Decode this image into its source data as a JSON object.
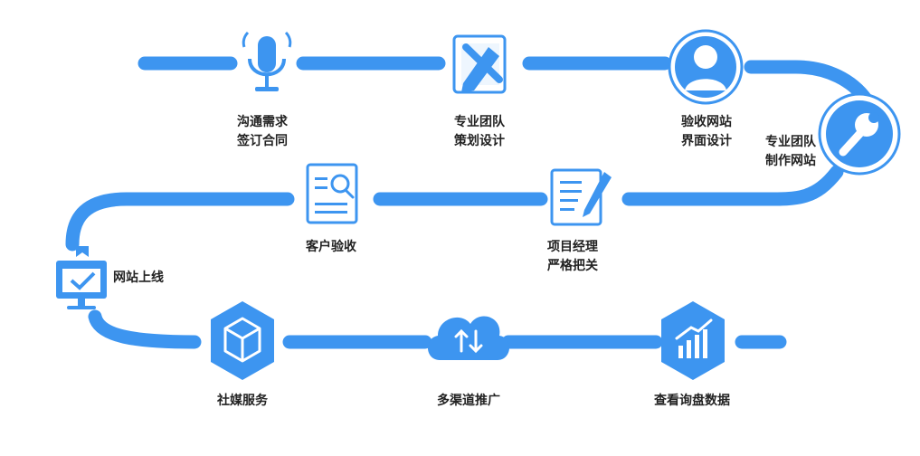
{
  "colors": {
    "primary": "#3d95f0",
    "text": "#222222",
    "background": "#ffffff"
  },
  "steps": [
    {
      "icon": "microphone-icon",
      "lines": [
        "沟通需求",
        "签订合同"
      ]
    },
    {
      "icon": "pencil-ruler-icon",
      "lines": [
        "专业团队",
        "策划设计"
      ]
    },
    {
      "icon": "user-icon",
      "lines": [
        "验收网站",
        "界面设计"
      ]
    },
    {
      "icon": "wrench-icon",
      "lines": [
        "专业团队",
        "制作网站"
      ]
    },
    {
      "icon": "document-edit-icon",
      "lines": [
        "项目经理",
        "严格把关"
      ]
    },
    {
      "icon": "document-search-icon",
      "lines": [
        "客户验收"
      ]
    },
    {
      "icon": "monitor-check-icon",
      "lines": [
        "网站上线"
      ]
    },
    {
      "icon": "cube-icon",
      "lines": [
        "社媒服务"
      ]
    },
    {
      "icon": "cloud-icon",
      "lines": [
        "多渠道推广"
      ]
    },
    {
      "icon": "chart-icon",
      "lines": [
        "查看询盘数据"
      ]
    }
  ]
}
